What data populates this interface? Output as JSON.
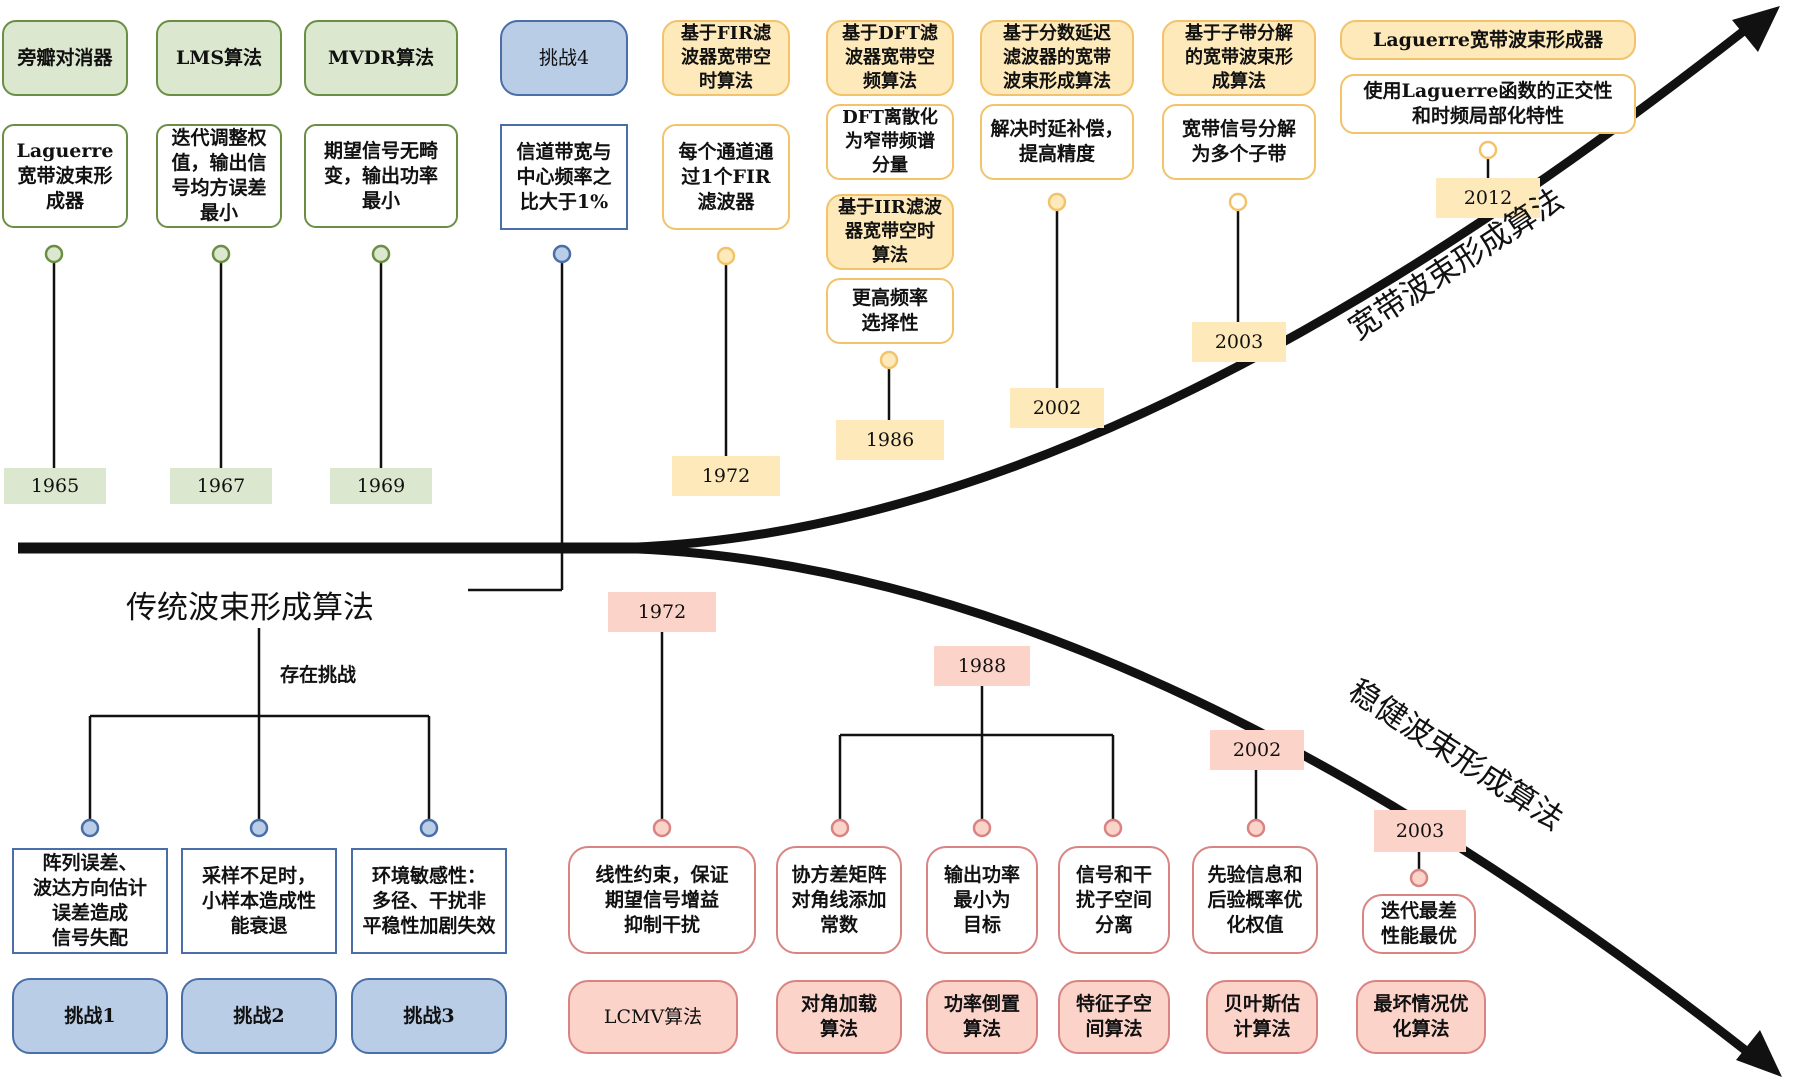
{
  "traditional": {
    "main_label": "传统波束形成算法",
    "branch_label": "存在挑战",
    "milestones": [
      {
        "title": "旁瓣对消器",
        "desc": "Laguerre\n宽带波束形\n成器",
        "year": "1965"
      },
      {
        "title": "LMS算法",
        "desc": "迭代调整权\n值，输出信\n号均方误差\n最小",
        "year": "1967"
      },
      {
        "title": "MVDR算法",
        "desc": "期望信号无畸\n变，输出功率\n最小",
        "year": "1969"
      }
    ],
    "challenge4": {
      "title": "挑战4",
      "desc": "信道带宽与\n中心频率之\n比大于1%"
    },
    "challenges": [
      {
        "title": "挑战1",
        "desc": "阵列误差、\n波达方向估计\n误差造成\n信号失配"
      },
      {
        "title": "挑战2",
        "desc": "采样不足时，\n小样本造成性\n能衰退"
      },
      {
        "title": "挑战3",
        "desc": "环境敏感性：\n多径、干扰非\n平稳性加剧失效"
      }
    ]
  },
  "wideband": {
    "label": "宽带波束形成算法",
    "milestones": [
      {
        "title": "基于FIR滤\n波器宽带空\n时算法",
        "desc": "每个通道通\n过1个FIR\n滤波器",
        "year": "1972"
      },
      {
        "title": "基于DFT滤\n波器宽带空\n频算法",
        "desc": "DFT离散化\n为窄带频谱\n分量",
        "title2": "基于IIR滤波\n器宽带空时\n算法",
        "desc2": "更高频率\n选择性",
        "year": "1986"
      },
      {
        "title": "基于分数延迟\n滤波器的宽带\n波束形成算法",
        "desc": "解决时延补偿，\n提高精度",
        "year": "2002"
      },
      {
        "title": "基于子带分解\n的宽带波束形\n成算法",
        "desc": "宽带信号分解\n为多个子带",
        "year": "2003"
      },
      {
        "title": "Laguerre宽带波束形成器",
        "desc": "使用Laguerre函数的正交性\n和时频局部化特性",
        "year": "2012"
      }
    ]
  },
  "robust": {
    "label": "稳健波束形成算法",
    "groups": [
      {
        "year": "1972",
        "items": [
          {
            "desc": "线性约束，保证\n期望信号增益\n抑制干扰",
            "title": "LCMV算法"
          }
        ]
      },
      {
        "year": "1988",
        "items": [
          {
            "desc": "协方差矩阵\n对角线添加\n常数",
            "title": "对角加载\n算法"
          },
          {
            "desc": "输出功率\n最小为\n目标",
            "title": "功率倒置\n算法"
          },
          {
            "desc": "信号和干\n扰子空间\n分离",
            "title": "特征子空\n间算法"
          }
        ]
      },
      {
        "year": "2002",
        "items": [
          {
            "desc": "先验信息和\n后验概率优\n化权值",
            "title": "贝叶斯估\n计算法"
          }
        ]
      },
      {
        "year": "2003",
        "items": [
          {
            "desc": "迭代最差\n性能最优",
            "title": "最坏情况优\n化算法"
          }
        ]
      }
    ]
  },
  "colors": {
    "green": "#6a8f44",
    "green_fill": "#dbe8cf",
    "orange": "#f2c36a",
    "orange_fill": "#fde9b9",
    "blue": "#4a6ea7",
    "blue_fill": "#b9cde6",
    "pink": "#d98483",
    "pink_fill": "#fbd3c9",
    "axis": "#111111"
  }
}
